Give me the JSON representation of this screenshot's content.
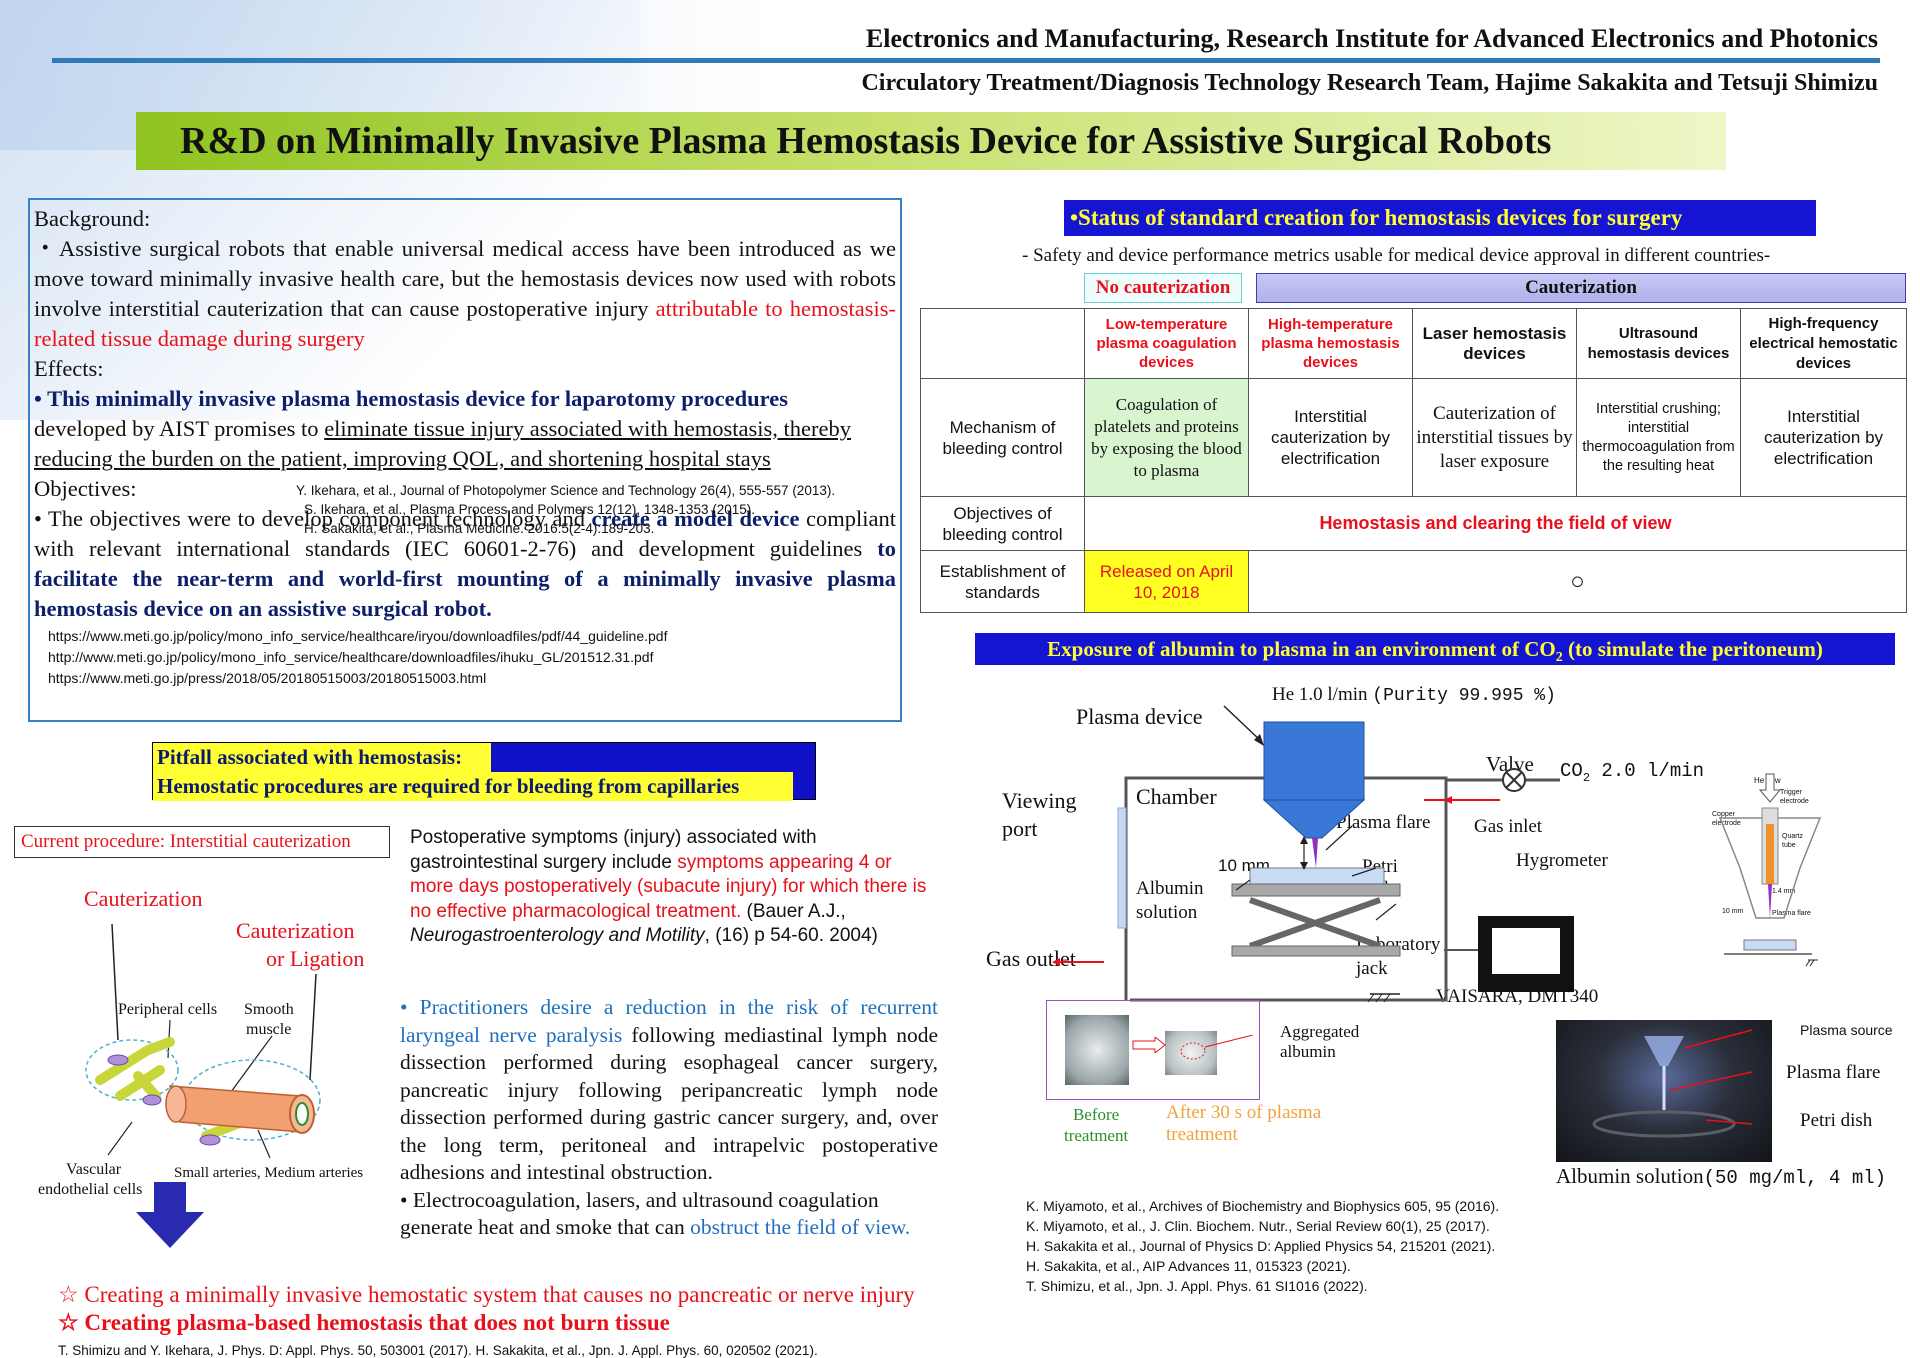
{
  "header": {
    "line1": "Electronics and Manufacturing, Research Institute for Advanced Electronics and Photonics",
    "line2": "Circulatory Treatment/Diagnosis Technology  Research Team, Hajime Sakakita and  Tetsuji Shimizu",
    "title": "R&D on Minimally Invasive Plasma Hemostasis Device for Assistive Surgical Robots"
  },
  "background": {
    "heading": "Background:",
    "p1": "・Assistive surgical robots that enable universal medical access have been introduced as we move toward minimally invasive health care, but the hemostasis devices now used with robots involve interstitial cauterization that can cause postoperative injury ",
    "p1_red": "attributable to hemostasis-related tissue damage during surgery",
    "effects_heading": "Effects:",
    "e1_bold": "• This minimally invasive plasma hemostasis device for laparotomy procedures",
    "e1_a": "developed by AIST promises to ",
    "e1_u": "eliminate tissue injury associated with hemostasis, thereby reducing the burden on the patient, improving QOL, and shortening hospital stays",
    "refs": [
      "Y. Ikehara, et al., Journal of Photopolymer Science and Technology 26(4), 555-557 (2013).",
      "S. Ikehara, et al., Plasma Process and Polymers 12(12), 1348-1353 (2015).",
      "H. Sakakita, et al., Plasma Medicine. 2016:5(2-4):189-203."
    ],
    "objectives_heading": "Objectives:",
    "o1_a": "• The objectives were to develop component technology and ",
    "o1_bold1": "create a model device",
    "o1_b": " compliant with relevant international standards (IEC 60601-2-76) and development guidelines ",
    "o1_bold2": "to facilitate the near-term and world-first mounting of a minimally invasive plasma hemostasis device on an assistive surgical robot.",
    "urls": [
      "https://www.meti.go.jp/policy/mono_info_service/healthcare/iryou/downloadfiles/pdf/44_guideline.pdf",
      "http://www.meti.go.jp/policy/mono_info_service/healthcare/downloadfiles/ihuku_GL/201512.31.pdf",
      "https://www.meti.go.jp/press/2018/05/20180515003/20180515003.html"
    ]
  },
  "pitfall": {
    "line1": "Pitfall associated with hemostasis:",
    "line2": "Hemostatic procedures are required for bleeding from capillaries"
  },
  "current_procedure": "Current procedure: Interstitial cauterization",
  "anatomy": {
    "cauterization": "Cauterization",
    "caut_or": "Cauterization",
    "or_ligation": "or Ligation",
    "peripheral": "Peripheral cells",
    "smooth1": "Smooth",
    "smooth2": "muscle",
    "vascular1": "Vascular",
    "vascular2": "endothelial cells",
    "small_arteries": "Small arteries, Medium arteries"
  },
  "postop": {
    "a": "Postoperative symptoms (injury) associated with gastrointestinal surgery include ",
    "red": "symptoms appearing 4 or more days postoperatively (subacute injury) for which there is no effective pharmacological treatment.",
    "b": " (Bauer A.J., ",
    "journal": "Neurogastroenterology and Motility",
    "c": ",  (16)  p 54-60. 2004)"
  },
  "practitioners": {
    "blue": "• Practitioners desire a reduction in the risk of recurrent laryngeal nerve paralysis",
    "rest": " following mediastinal lymph node dissection performed during esophageal cancer surgery, pancreatic injury following peripancreatic lymph node dissection performed during gastric cancer surgery, and, over the long term, peritoneal and intrapelvic postoperative adhesions and intestinal obstruction.",
    "e2": "• Electrocoagulation, lasers, and ultrasound coagulation generate heat and smoke that can ",
    "e2_blue": "obstruct the field of view."
  },
  "stars": {
    "s1": "☆ Creating a minimally invasive hemostatic system that causes no pancreatic or nerve injury",
    "s2": "☆ Creating plasma-based hemostasis that does not burn tissue"
  },
  "bottom_ref": "T. Shimizu and Y. Ikehara, J. Phys. D: Appl. Phys. 50, 503001 (2017). H. Sakakita, et al., Jpn. J. Appl. Phys. 60, 020502 (2021).",
  "status": {
    "banner": "•Status of standard creation for hemostasis devices for surgery",
    "safety": "- Safety and device performance metrics usable for medical device approval in different countries-",
    "no_caut": "No cauterization",
    "caut": "Cauterization",
    "columns": [
      "Low-temperature plasma coagulation devices",
      "High-temperature plasma hemostasis devices",
      "Laser hemostasis devices",
      "Ultrasound hemostasis devices",
      "High-frequency electrical hemostatic devices"
    ],
    "row_mechanism": "Mechanism of bleeding control",
    "mechanisms": [
      "Coagulation of platelets and proteins by exposing the blood to plasma",
      "Interstitial cauterization by electrification",
      "Cauterization of interstitial tissues by laser exposure",
      "Interstitial crushing; interstitial thermocoagulation from the resulting heat",
      "Interstitial cauterization by electrification"
    ],
    "row_objectives": "Objectives of bleeding control",
    "objectives_value": "Hemostasis and clearing the field of view",
    "row_establishment": "Establishment of standards",
    "released": "Released on April 10, 2018",
    "circle": "○"
  },
  "exposure": {
    "banner_a": "Exposure of albumin to plasma in an environment of CO",
    "banner_sub": "2",
    "banner_b": " (to simulate the peritoneum)",
    "he_flow": "He  1.0 l/min",
    "purity": "(Purity 99.995 %)",
    "plasma_device": "Plasma device",
    "viewing": "Viewing",
    "port": "port",
    "chamber": "Chamber",
    "valve": "Valve",
    "co2_a": "CO",
    "co2_sub": "2",
    "co2_b": " 2.0 l/min",
    "plasma_flare": "Plasma flare",
    "gas_inlet": "Gas inlet",
    "mm10": "10 mm",
    "petri1": "Petri",
    "petri2": "dish",
    "hygrometer": "Hygrometer",
    "albumin1": "Albumin",
    "albumin2": "solution",
    "lab1": "Laboratory",
    "lab2": "jack",
    "gas_outlet": "Gas outlet",
    "vaisara": "VAISARA, DMT340",
    "aggregated1": "Aggregated",
    "aggregated2": "albumin",
    "before1": "Before",
    "before2": "treatment",
    "after1": "After 30 s of plasma",
    "after2": "treatment",
    "photo_source": "Plasma source",
    "photo_flare": "Plasma flare",
    "photo_petri": "Petri dish",
    "albumin_sol": "Albumin solution",
    "albumin_conc": "(50 mg/ml, 4 ml)",
    "small_heflow": "He flow",
    "small_trigger": "Trigger electrode",
    "small_copper": "Copper electrode",
    "small_quartz": "Quartz tube",
    "small_14mm": "1.4 mm",
    "small_10mm": "10 mm",
    "small_flare": "Plasma flare"
  },
  "refs_right": [
    "K. Miyamoto, et al., Archives of Biochemistry and Biophysics 605, 95 (2016).",
    "K. Miyamoto, et al., J. Clin. Biochem. Nutr., Serial Review 60(1), 25 (2017).",
    "H. Sakakita et al., Journal of Physics D: Applied Physics 54, 215201 (2021).",
    "H. Sakakita, et al.,  AIP Advances 11, 015323 (2021).",
    "T. Shimizu, et al., Jpn. J. Appl. Phys. 61 SI1016 (2022)."
  ]
}
